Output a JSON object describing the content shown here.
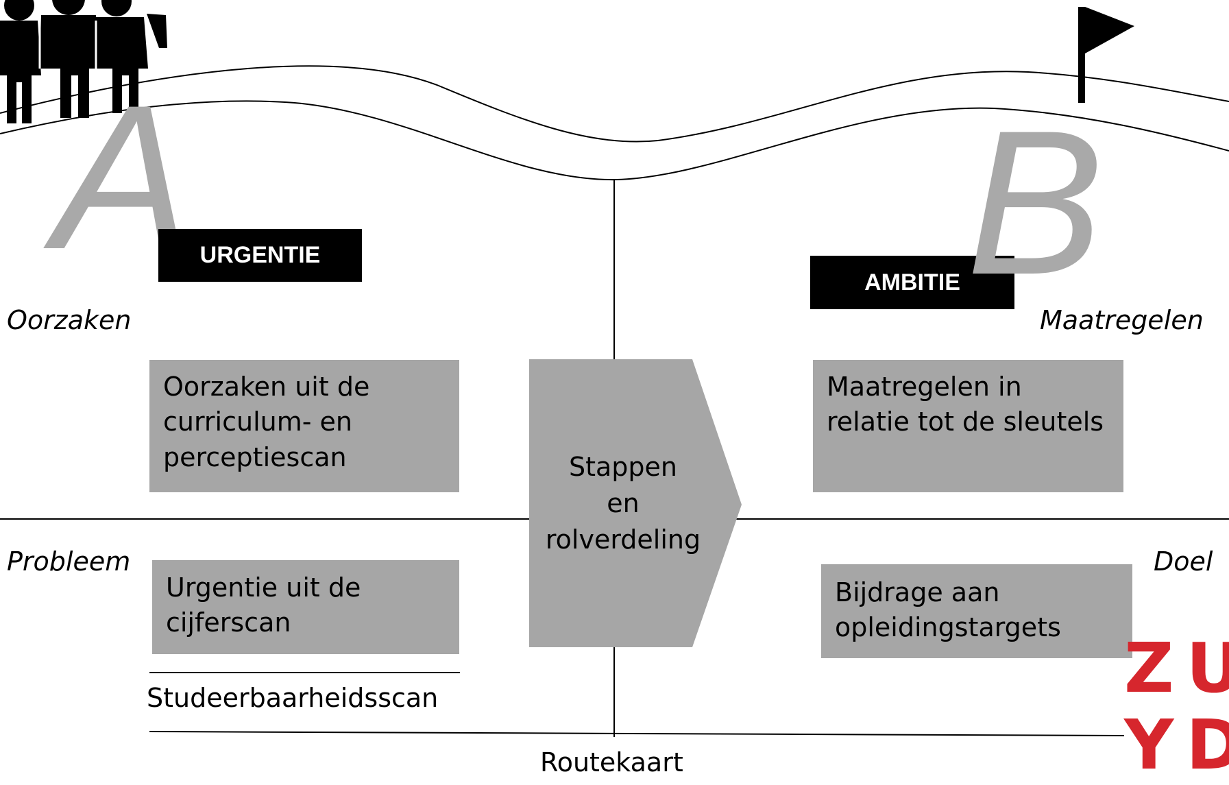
{
  "diagram": {
    "letter_a": "A",
    "letter_b": "B",
    "urgentie_label": "URGENTIE",
    "ambitie_label": "AMBITIE",
    "side_labels": {
      "oorzaken": "Oorzaken",
      "maatregelen": "Maatregelen",
      "probleem": "Probleem",
      "doel": "Doel"
    },
    "boxes": {
      "oorzaken_box": [
        "Oorzaken uit de",
        "curriculum- en",
        "perceptiescan"
      ],
      "urgentie_box": [
        "Urgentie uit de",
        "cijferscan"
      ],
      "maatregelen_box": [
        "Maatregelen in",
        "relatie tot de sleutels"
      ],
      "bijdrage_box": [
        "Bijdrage aan",
        "opleidingstargets"
      ],
      "center_arrow": [
        "Stappen",
        "en",
        "rolverdeling"
      ]
    },
    "studeerbaarheidsscan": "Studeerbaarheidsscan",
    "routekaart": "Routekaart",
    "logo": [
      "ZU",
      "YD"
    ]
  },
  "colors": {
    "box_fill": "#a6a6a6",
    "big_letter": "#a9a9a9",
    "logo_red": "#d6262d",
    "tag_bg": "#000000"
  }
}
